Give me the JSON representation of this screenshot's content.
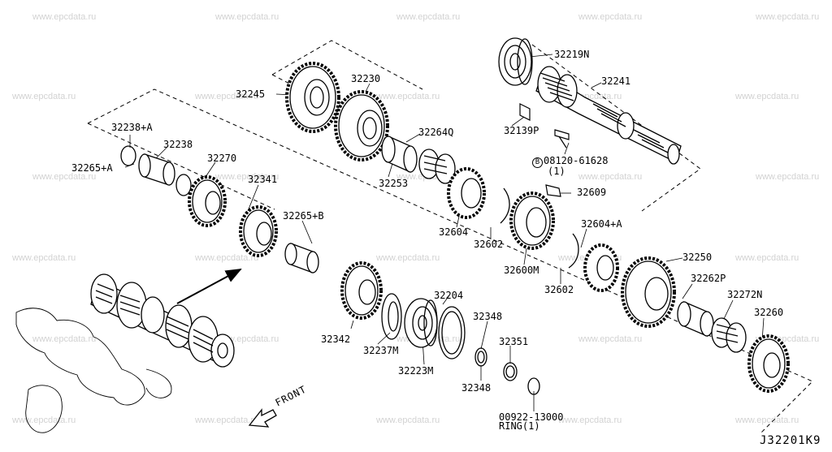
{
  "watermark": "www.epcdata.ru",
  "diagram_code": "J32201K9",
  "front_label": "FRONT",
  "bolt_circle": "B",
  "labels": {
    "p32219N": "32219N",
    "p32241": "32241",
    "p32139P": "32139P",
    "p08120": "08120-61628",
    "p08120qty": "(1)",
    "p32245": "32245",
    "p32230": "32230",
    "p32264Q": "32264Q",
    "p32253": "32253",
    "p32238A": "32238+A",
    "p32238": "32238",
    "p32265A": "32265+A",
    "p32270": "32270",
    "p32341": "32341",
    "p32265B": "32265+B",
    "p32604": "32604",
    "p32602a": "32602",
    "p32609": "32609",
    "p32600M": "32600M",
    "p32604A": "32604+A",
    "p32602b": "32602",
    "p32250": "32250",
    "p32262P": "32262P",
    "p32272N": "32272N",
    "p32260": "32260",
    "p32342": "32342",
    "p32237M": "32237M",
    "p32204": "32204",
    "p32223M": "32223M",
    "p32348a": "32348",
    "p32348b": "32348",
    "p32351": "32351",
    "p00922": "00922-13000",
    "pRing": "RING(1)"
  }
}
